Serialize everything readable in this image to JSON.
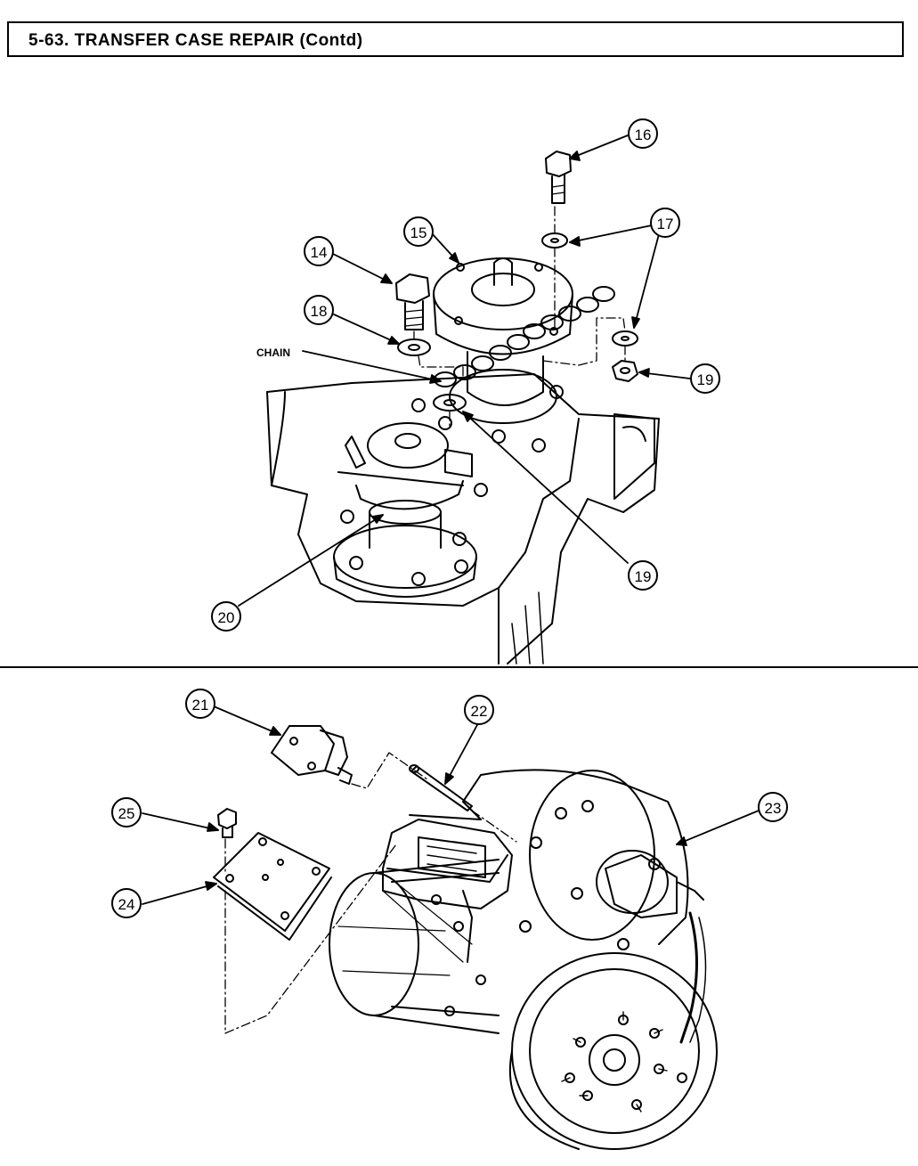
{
  "header": {
    "title": "5-63. TRANSFER CASE REPAIR (Contd)"
  },
  "figure_top": {
    "callouts": [
      "14",
      "15",
      "16",
      "17",
      "18",
      "19",
      "19",
      "20"
    ],
    "chain_label": "CHAIN"
  },
  "figure_bottom": {
    "callouts": [
      "21",
      "22",
      "23",
      "24",
      "25"
    ]
  }
}
